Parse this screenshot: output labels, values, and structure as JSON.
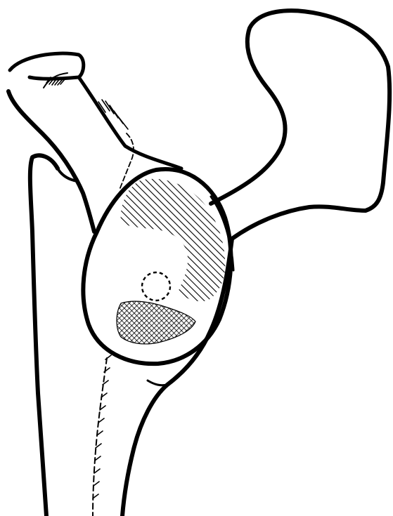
{
  "figure": {
    "subject": "scapula-glenoid-lateral-view",
    "style": "black-ink-line-drawing",
    "colors": {
      "background": "#ffffff",
      "ink": "#000000"
    },
    "regions": [
      {
        "name": "hatched-upper-glenoid-region",
        "fill": "diagonal-hatching"
      },
      {
        "name": "crosshatched-lower-glenoid-region",
        "fill": "cross-hatching"
      },
      {
        "name": "dotted-circle-glenoid-center",
        "fill": "none"
      }
    ]
  }
}
